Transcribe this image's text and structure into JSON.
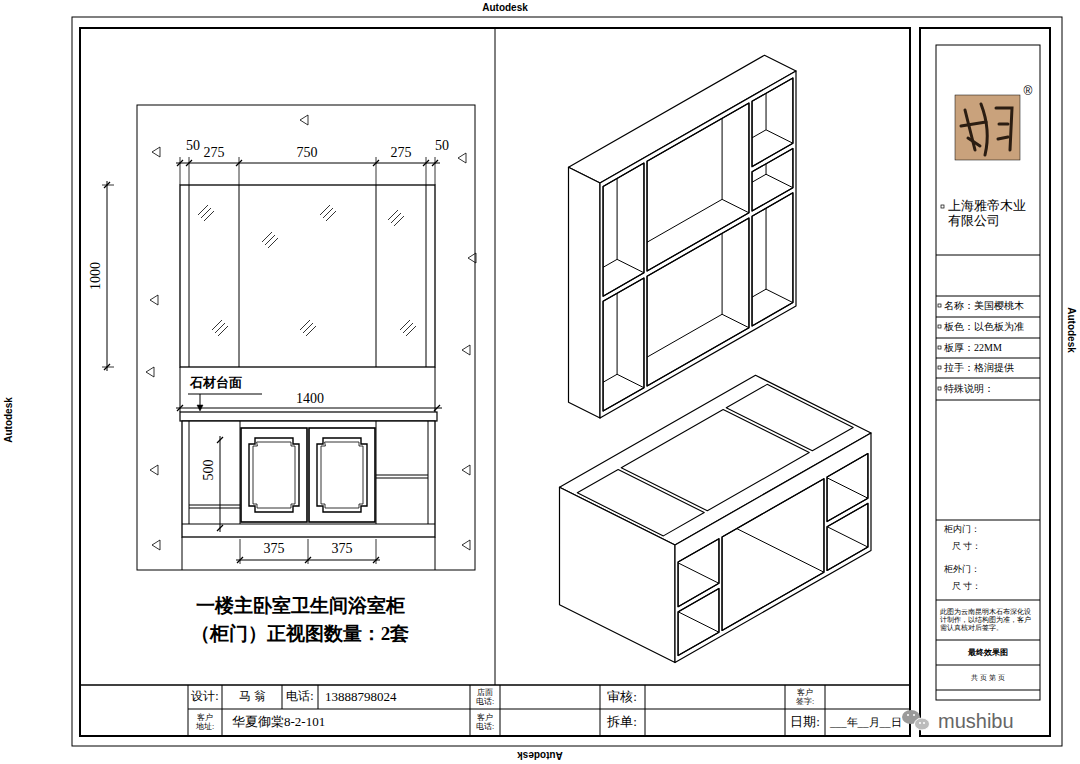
{
  "diagram": {
    "title": "一楼主卧室卫生间浴室柜 （柜门）正视图数量：2套",
    "labels": [
      "Autodesk",
      "Autodesk",
      "Autodesk",
      "Autodesk",
      "50",
      "275",
      "750",
      "275",
      "50",
      "1000",
      "石材台面",
      "1400",
      "500",
      "375",
      "375",
      "®",
      "上海雅帝木业有限公司",
      "名称：美国樱桃木",
      "板色：以色板为准",
      "板厚：22MM",
      "拉手：格润提供",
      "特殊说明：",
      "柜内门：",
      "尺 寸：",
      "柜外门：",
      "尺 寸：",
      "此图为云南昆明木石布深化设计制作，以结构图为准，客户需认真核对后签字。",
      "最终效果图",
      "共 页 第 页",
      "设计:",
      "马 翁",
      "电话:",
      "13888798024",
      "店面电话:",
      "审核:",
      "客户签字:",
      "客户地址:",
      "华夏御棠8-2-101",
      "客户电话:",
      "拆单:",
      "日期:",
      "___年__月__日",
      "mushibu"
    ]
  }
}
